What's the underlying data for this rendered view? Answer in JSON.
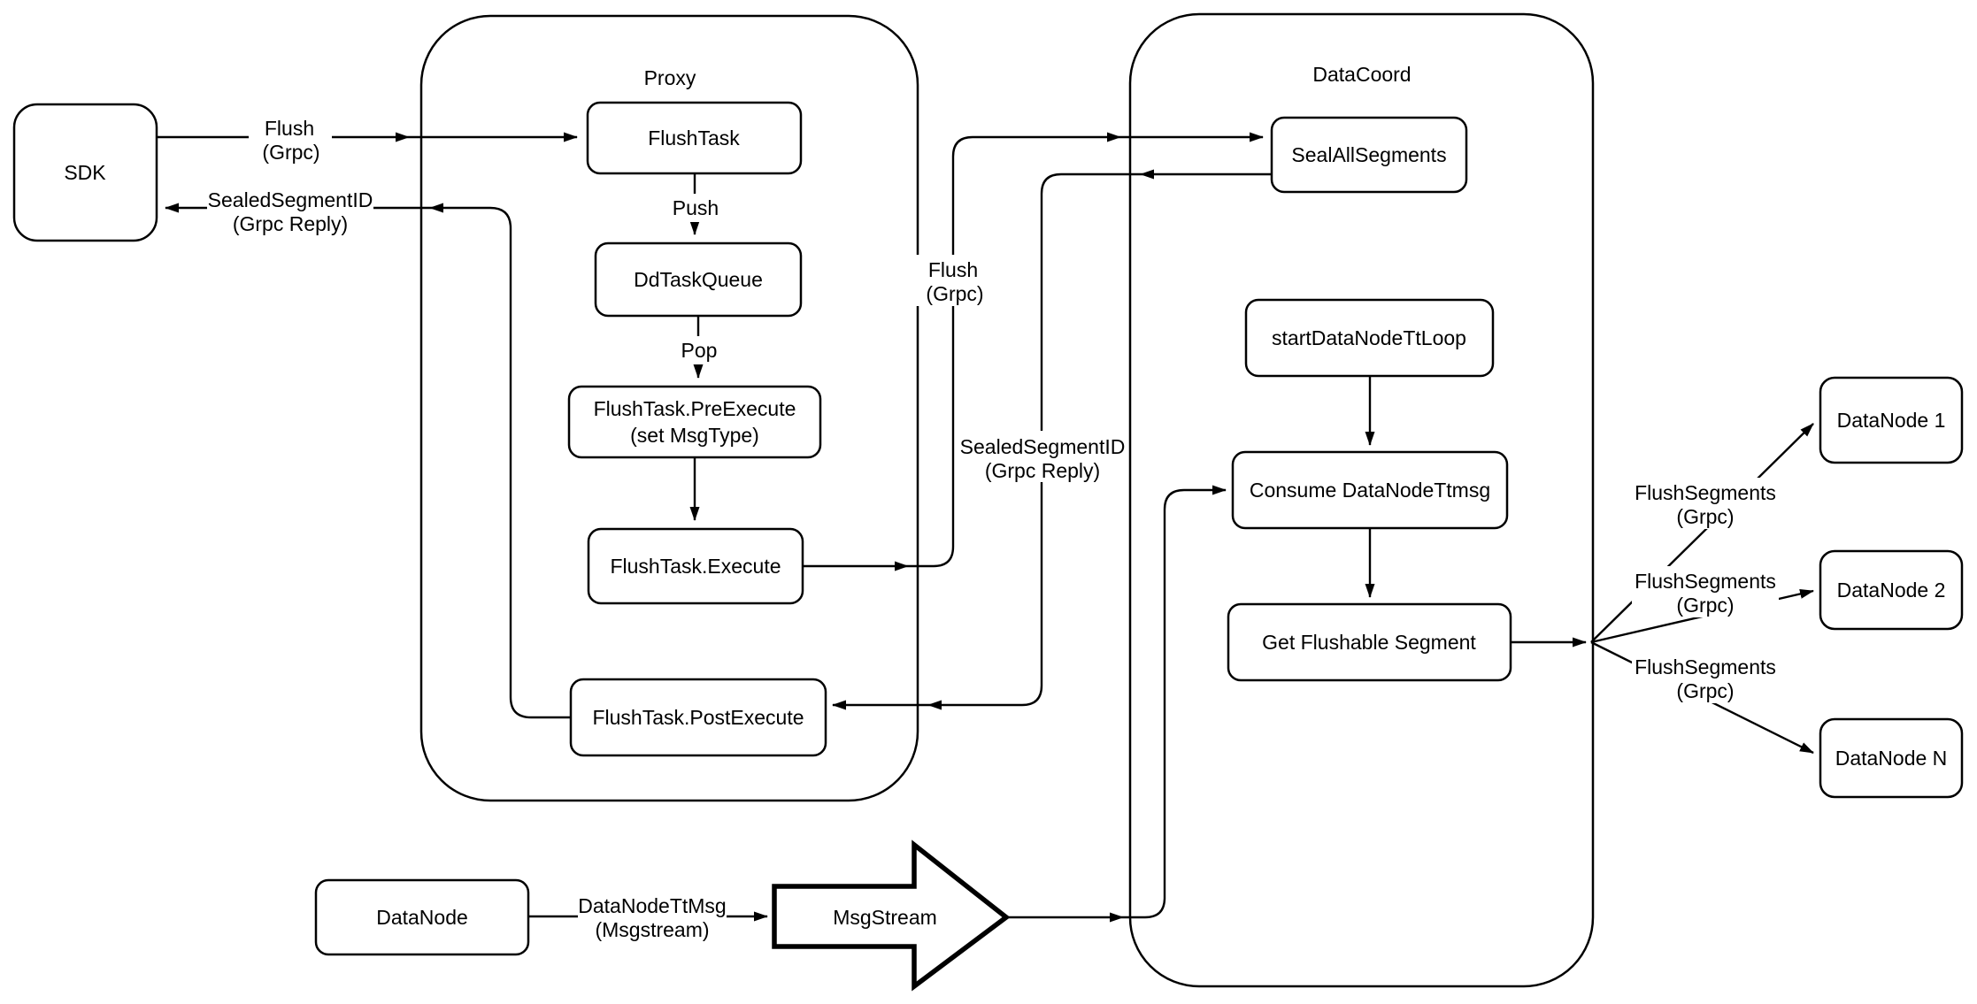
{
  "colors": {
    "stroke": "#000000",
    "background": "#ffffff"
  },
  "containers": {
    "proxy": {
      "title": "Proxy"
    },
    "datacoord": {
      "title": "DataCoord"
    }
  },
  "nodes": {
    "sdk": {
      "label": "SDK"
    },
    "flush_task": {
      "label": "FlushTask"
    },
    "dd_task_queue": {
      "label": "DdTaskQueue"
    },
    "pre_execute": {
      "line1": "FlushTask.PreExecute",
      "line2": "(set MsgType)"
    },
    "execute": {
      "label": "FlushTask.Execute"
    },
    "post_execute": {
      "label": "FlushTask.PostExecute"
    },
    "seal_all_segments": {
      "label": "SealAllSegments"
    },
    "start_datanode_tt_loop": {
      "label": "startDataNodeTtLoop"
    },
    "consume_datanode_ttmsg": {
      "label": "Consume DataNodeTtmsg"
    },
    "get_flushable_segment": {
      "label": "Get Flushable Segment"
    },
    "datanode_1": {
      "label": "DataNode 1"
    },
    "datanode_2": {
      "label": "DataNode 2"
    },
    "datanode_n": {
      "label": "DataNode N"
    },
    "datanode": {
      "label": "DataNode"
    },
    "msgstream": {
      "label": "MsgStream"
    }
  },
  "edge_labels": {
    "flush_sdk": {
      "line1": "Flush",
      "line2": "(Grpc)"
    },
    "sealed_sdk": {
      "line1": "SealedSegmentID",
      "line2": "(Grpc Reply)"
    },
    "push": {
      "label": "Push"
    },
    "pop": {
      "label": "Pop"
    },
    "flush_channel": {
      "line1": "Flush",
      "line2": "(Grpc)"
    },
    "sealed_channel": {
      "line1": "SealedSegmentID",
      "line2": "(Grpc Reply)"
    },
    "datanode_tt_msg": {
      "line1": "DataNodeTtMsg",
      "line2": "(Msgstream)"
    },
    "flush_segments_1": {
      "line1": "FlushSegments",
      "line2": "(Grpc)"
    },
    "flush_segments_2": {
      "line1": "FlushSegments",
      "line2": "(Grpc)"
    },
    "flush_segments_3": {
      "line1": "FlushSegments",
      "line2": "(Grpc)"
    }
  }
}
